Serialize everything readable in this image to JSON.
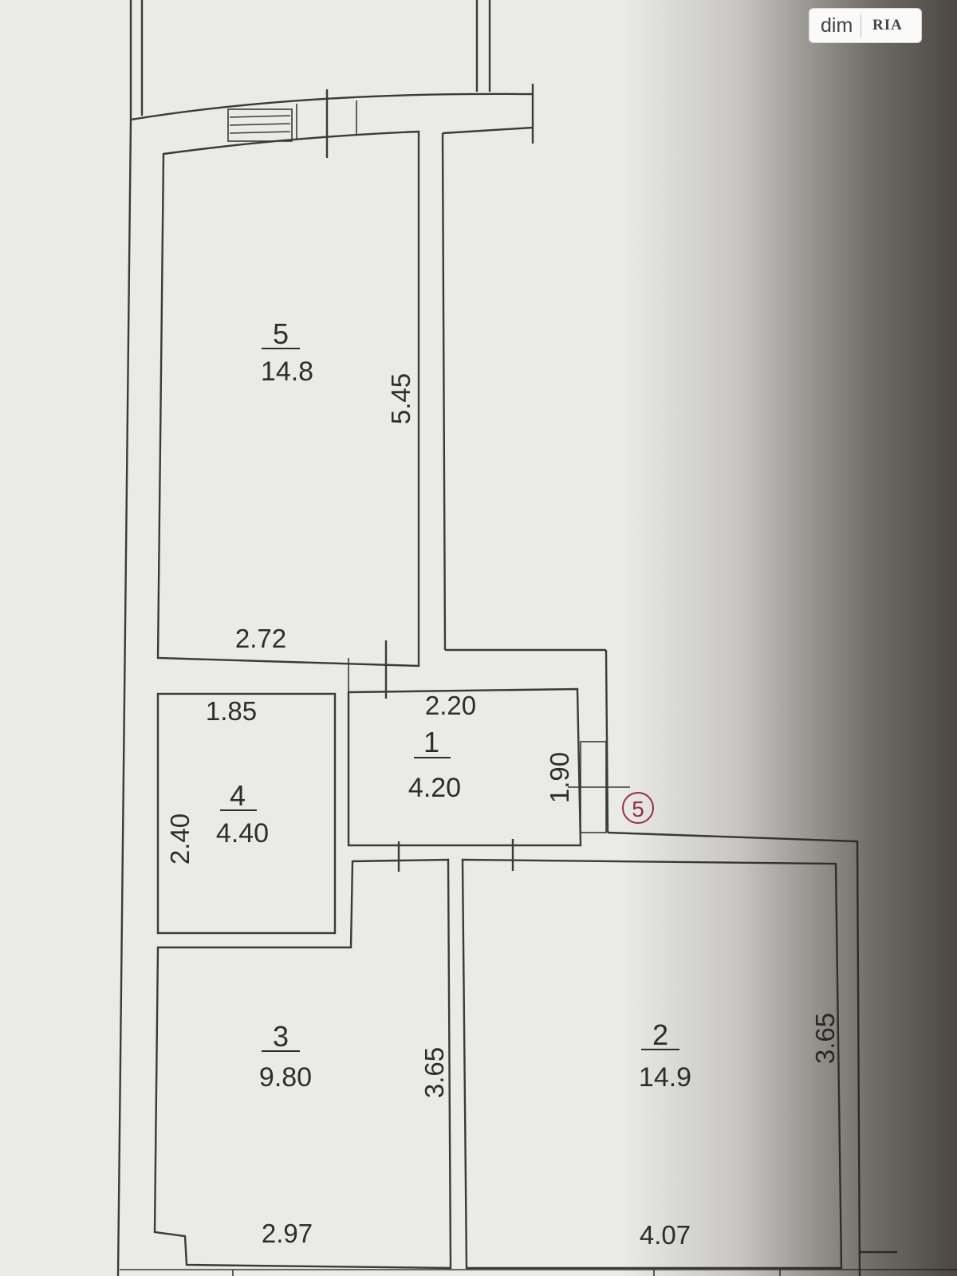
{
  "logo": {
    "left": "dim",
    "right": "RIA"
  },
  "rooms": [
    {
      "id": "5",
      "area": "14.8"
    },
    {
      "id": "1",
      "area": "4.20"
    },
    {
      "id": "4",
      "area": "4.40"
    },
    {
      "id": "3",
      "area": "9.80"
    },
    {
      "id": "2",
      "area": "14.9"
    }
  ],
  "dimensions": {
    "room5_height": "5.45",
    "room5_width": "2.72",
    "room4_width": "1.85",
    "room4_height": "2.40",
    "room1_width": "2.20",
    "room1_height": "1.90",
    "room3_height": "3.65",
    "room3_width": "2.97",
    "room2_height": "3.65",
    "room2_width": "4.07"
  },
  "marker": "5"
}
